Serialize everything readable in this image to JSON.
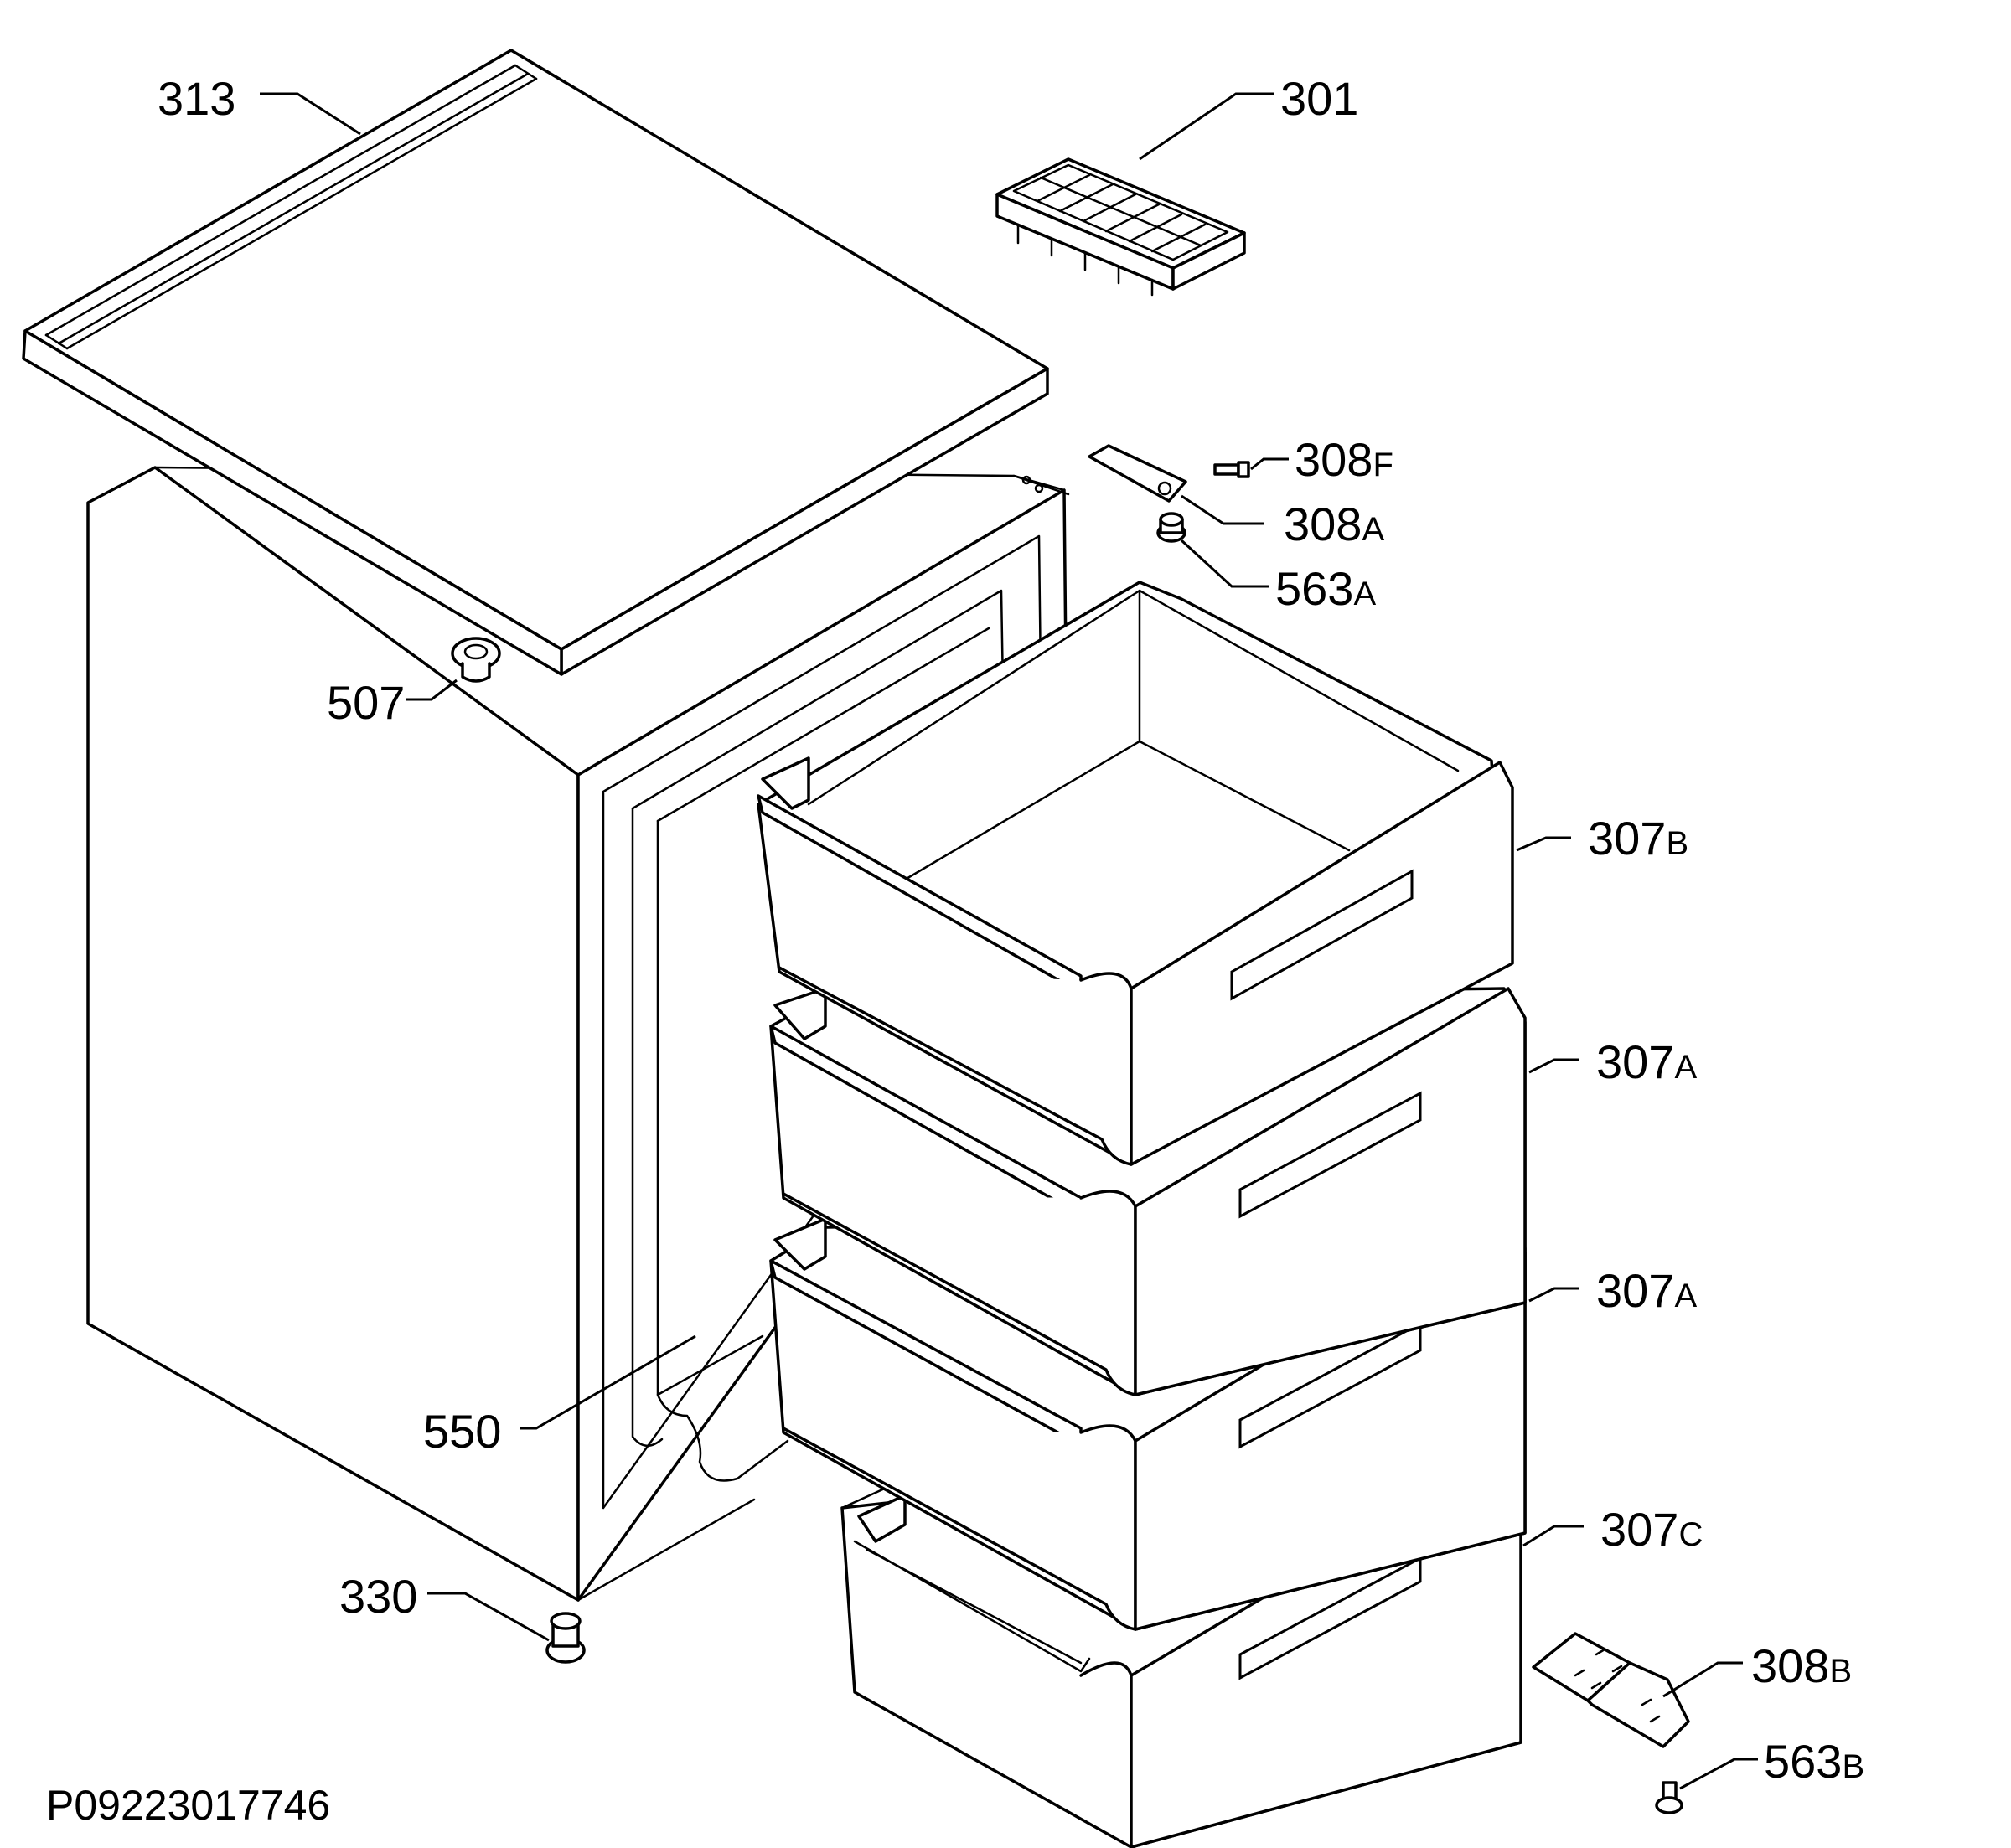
{
  "diagram": {
    "reference_code": "P09223017746",
    "labels": {
      "l313": {
        "num": "313",
        "suffix": ""
      },
      "l301": {
        "num": "301",
        "suffix": ""
      },
      "l308f": {
        "num": "308",
        "suffix": "F"
      },
      "l308a": {
        "num": "308",
        "suffix": "A"
      },
      "l563a": {
        "num": "563",
        "suffix": "A"
      },
      "l507": {
        "num": "507",
        "suffix": ""
      },
      "l307b": {
        "num": "307",
        "suffix": "B"
      },
      "l307a1": {
        "num": "307",
        "suffix": "A"
      },
      "l307a2": {
        "num": "307",
        "suffix": "A"
      },
      "l550": {
        "num": "550",
        "suffix": ""
      },
      "l307c": {
        "num": "307",
        "suffix": "C"
      },
      "l330": {
        "num": "330",
        "suffix": ""
      },
      "l308b": {
        "num": "308",
        "suffix": "B"
      },
      "l563b": {
        "num": "563",
        "suffix": "B"
      }
    }
  }
}
